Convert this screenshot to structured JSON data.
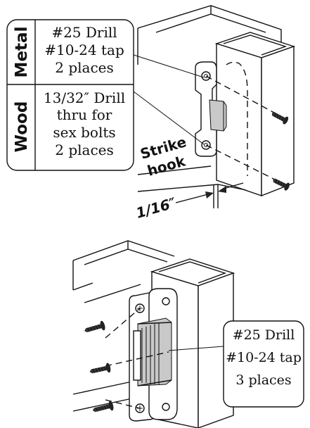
{
  "top_callout": {
    "metal": {
      "category": "Metal",
      "line1": "#25 Drill",
      "line2": "#10-24 tap",
      "line3": "2 places"
    },
    "wood": {
      "category": "Wood",
      "line1": "13/32″ Drill",
      "line2": "thru for",
      "line3": "sex bolts",
      "line4": "2 places"
    }
  },
  "strike_label": {
    "line1": "Strike",
    "line2": "hook"
  },
  "gap_label": "1/16″",
  "bottom_callout": {
    "line1": "#25 Drill",
    "line2": "#10-24 tap",
    "line3": "3 places"
  }
}
